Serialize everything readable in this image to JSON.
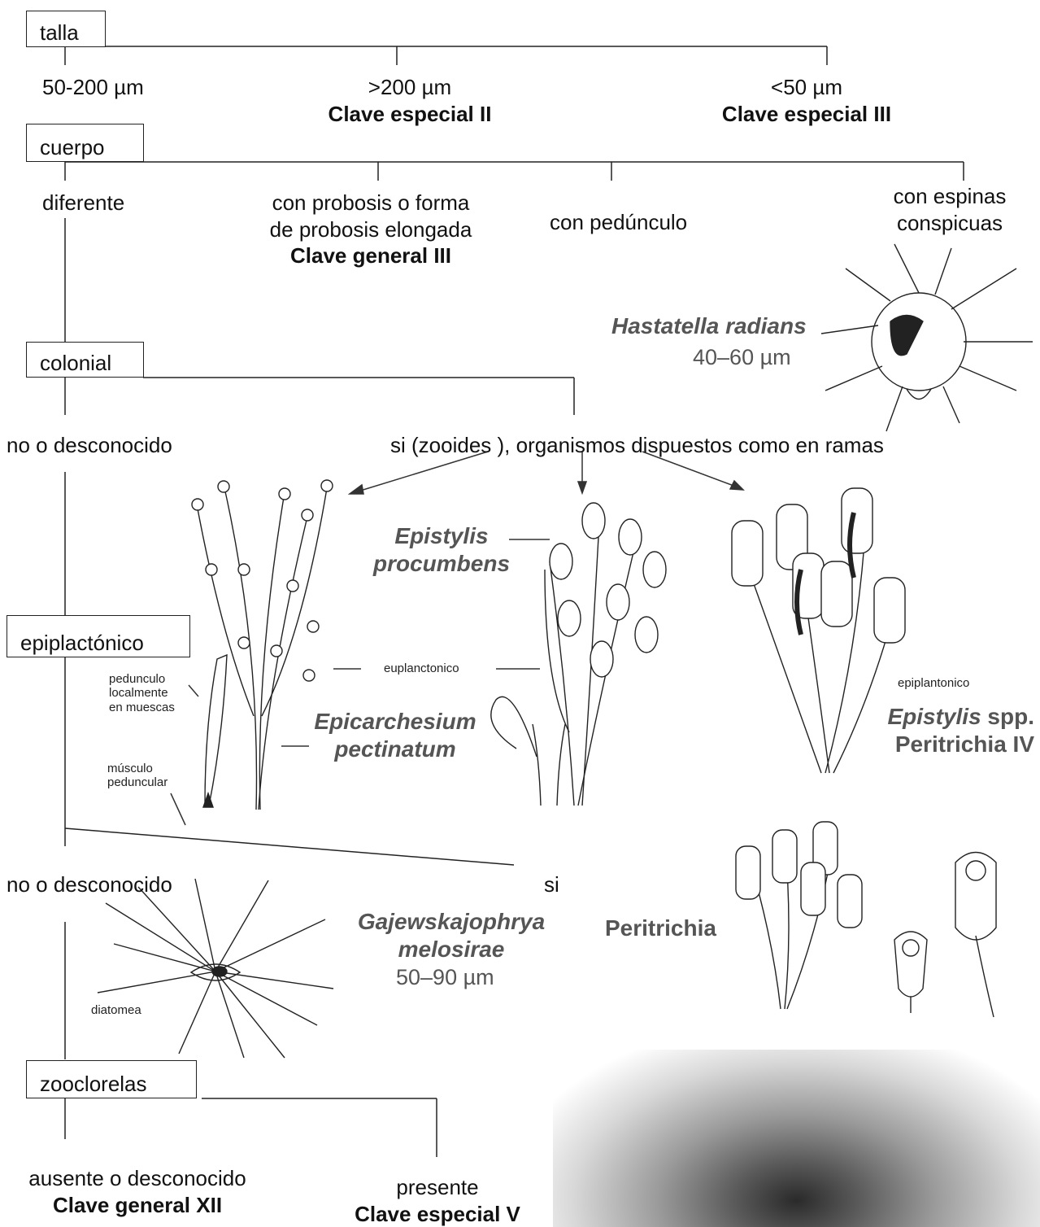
{
  "nodes": {
    "talla": "talla",
    "cuerpo": "cuerpo",
    "colonial": "colonial",
    "epiplactonico": "epiplactónico",
    "zooclorelas": "zooclorelas"
  },
  "talla_branches": {
    "b1": "50-200 µm",
    "b2": ">200 µm",
    "b2_key": "Clave especial II",
    "b3": "<50 µm",
    "b3_key": "Clave especial III"
  },
  "cuerpo_branches": {
    "b1": "diferente",
    "b2_line1": "con probosis o forma",
    "b2_line2": "de probosis elongada",
    "b2_key": "Clave general III",
    "b3": "con pedúnculo",
    "b4_line1": "con espinas",
    "b4_line2": "conspicuas"
  },
  "colonial_branches": {
    "b1": "no o desconocido",
    "b2": "si (zooides ), organismos dispuestos como en ramas"
  },
  "epiplactonico_branches": {
    "b1": "no o desconocido",
    "b2": "si"
  },
  "zooclorelas_branches": {
    "b1": "ausente o desconocido",
    "b1_key": "Clave general XII",
    "b2": "presente",
    "b2_key": "Clave especial V"
  },
  "species": {
    "hastatella_name": "Hastatella radians",
    "hastatella_size": "40–60 µm",
    "epistylis_proc_line1": "Epistylis",
    "epistylis_proc_line2": "procumbens",
    "epicarchesium_line1": "Epicarchesium",
    "epicarchesium_line2": "pectinatum",
    "epistylis_spp_italic": "Epistylis",
    "epistylis_spp_rest": " spp.",
    "peritrichia_iv": "Peritrichia IV",
    "gajewska_line1": "Gajewskajophrya",
    "gajewska_line2": "melosirae",
    "gajewska_size": "50–90 µm",
    "peritrichia": "Peritrichia"
  },
  "annotations": {
    "euplanctonico": "euplanctonico",
    "epiplantonico": "epiplantonico",
    "pedunculo_line1": "pedunculo",
    "pedunculo_line2": "localmente",
    "pedunculo_line3": "en muescas",
    "musculo_line1": "músculo",
    "musculo_line2": "peduncular",
    "diatomea": "diatomea"
  }
}
